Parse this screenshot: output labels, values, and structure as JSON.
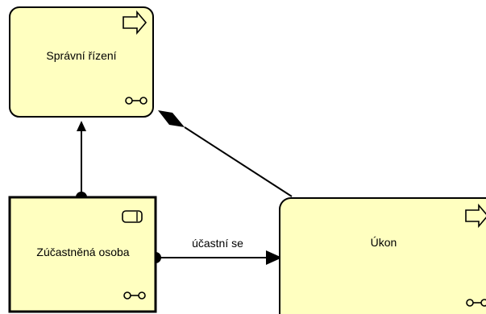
{
  "diagram": {
    "nodes": {
      "spravni_rizeni": {
        "label": "Správní řízení",
        "type_icon": "process-arrow-icon",
        "marker_icon": "infinity-icon"
      },
      "zucastnena_osoba": {
        "label": "Zúčastněná osoba",
        "type_icon": "cylinder-icon",
        "marker_icon": "infinity-icon"
      },
      "ukon": {
        "label": "Úkon",
        "type_icon": "process-arrow-icon",
        "marker_icon": "infinity-icon"
      }
    },
    "edges": {
      "osoba_to_rizeni": {
        "kind": "association",
        "from": "zucastnena_osoba",
        "to": "spravni_rizeni"
      },
      "ukon_to_rizeni": {
        "kind": "composition",
        "from": "ukon",
        "to": "spravni_rizeni"
      },
      "osoba_to_ukon": {
        "kind": "directed",
        "from": "zucastnena_osoba",
        "to": "ukon",
        "label": "účastní se"
      }
    },
    "colors": {
      "node_fill": "#ffffc0",
      "node_stroke": "#000000",
      "edge_stroke": "#000000"
    }
  }
}
